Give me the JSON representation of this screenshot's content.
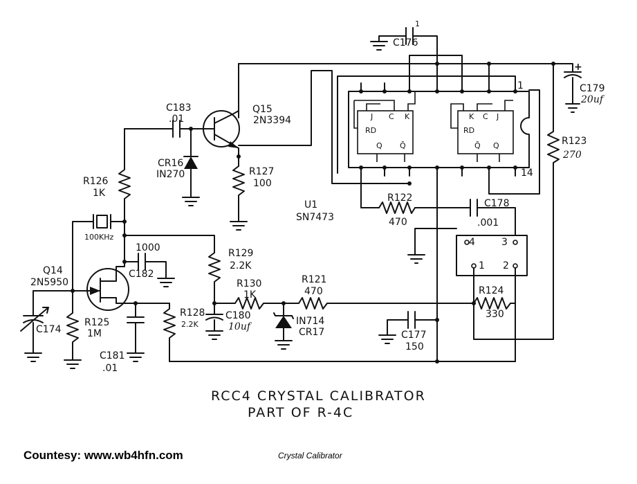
{
  "diagram": {
    "title_line1": "RCC4 CRYSTAL CALIBRATOR",
    "title_line2": "PART OF R-4C",
    "labels": {
      "c176": "C176",
      "c176_val": "1",
      "c183": "C183",
      "c183_val": ".01",
      "q15": "Q15",
      "q15_part": "2N3394",
      "cr16": "CR16",
      "cr16_part": "IN270",
      "r127": "R127",
      "r127_val": "100",
      "r126": "R126",
      "r126_val": "1K",
      "xtal": "100KHz",
      "c182_val": "1000",
      "c182": "C182",
      "q14": "Q14",
      "q14_part": "2N5950",
      "c174": "C174",
      "r125": "R125",
      "r125_val": "1M",
      "c181": "C181",
      "c181_val": ".01",
      "r128": "R128",
      "r128_val": "2.2K",
      "r129": "R129",
      "r129_val": "2.2K",
      "r130": "R130",
      "r130_val": "1K",
      "c180": "C180",
      "c180_val": "10uf",
      "cr17_part": "IN714",
      "cr17": "CR17",
      "r121": "R121",
      "r121_val": "470",
      "u1": "U1",
      "u1_part": "SN7473",
      "r122": "R122",
      "r122_val": "470",
      "c178": "C178",
      "c178_val": ".001",
      "c177": "C177",
      "c177_val": "150",
      "r124": "R124",
      "r124_val": "330",
      "c179": "C179",
      "c179_val": "20uf",
      "r123": "R123",
      "r123_val": "270",
      "pin1": "1",
      "pin14": "14",
      "ff_j1": "J",
      "ff_c1": "C",
      "ff_k1": "K",
      "ff_rd1": "RD",
      "ff_q1": "Q",
      "ff_qb1": "Q̄",
      "ff_k2": "K",
      "ff_c2": "C",
      "ff_j2": "J",
      "ff_rd2": "RD",
      "ff_qb2": "Q̄",
      "ff_q2": "Q",
      "sw4": "4",
      "sw3": "3",
      "sw1": "1",
      "sw2": "2"
    }
  },
  "footer": {
    "credit": "Countesy: www.wb4hfn.com",
    "caption": "Crystal Calibrator"
  }
}
